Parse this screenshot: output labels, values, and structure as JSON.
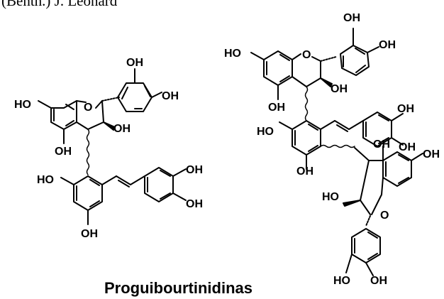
{
  "header_text": "(Benth.) J. Léonard",
  "caption": "Proguibourtinidinas",
  "labels": {
    "oh": "OH",
    "ho": "HO",
    "o": "O"
  }
}
